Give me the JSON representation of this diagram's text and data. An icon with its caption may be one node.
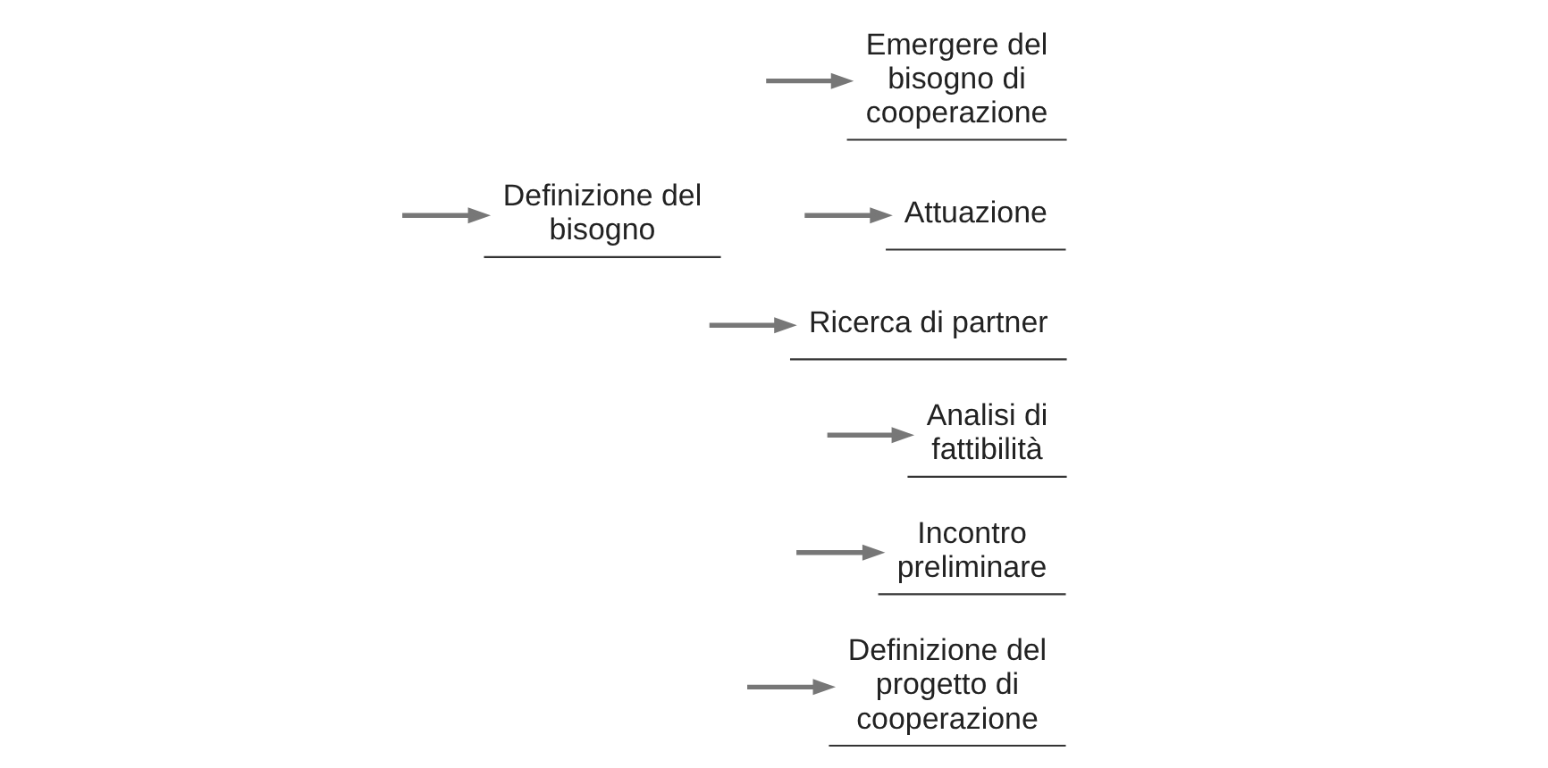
{
  "diagram": {
    "nodes": [
      {
        "text": [
          "Emergere del bisogno di cooperazione"
        ]
      },
      {
        "text": [
          "Definizione del bisogno"
        ]
      },
      {
        "text": [
          "Ricerca di partner"
        ]
      },
      {
        "text": [
          "Incontro preliminare"
        ]
      },
      {
        "text": [
          "Definizione del progetto di cooperazione"
        ]
      },
      {
        "text": [
          "Analisi di fattibilità"
        ]
      },
      {
        "text": [
          "Attuazione"
        ]
      }
    ],
    "edges": [
      {
        "from": null,
        "to": 0,
        "arrow": "to"
      },
      {
        "from": null,
        "to": 1,
        "arrow": "to"
      },
      {
        "from": null,
        "to": 2,
        "arrow": "to"
      },
      {
        "from": null,
        "to": 3,
        "arrow": "to"
      },
      {
        "from": null,
        "to": 4,
        "arrow": "to"
      },
      {
        "from": null,
        "to": 5,
        "arrow": "to"
      },
      {
        "from": null,
        "to": 6,
        "arrow": "to"
      }
    ]
  }
}
